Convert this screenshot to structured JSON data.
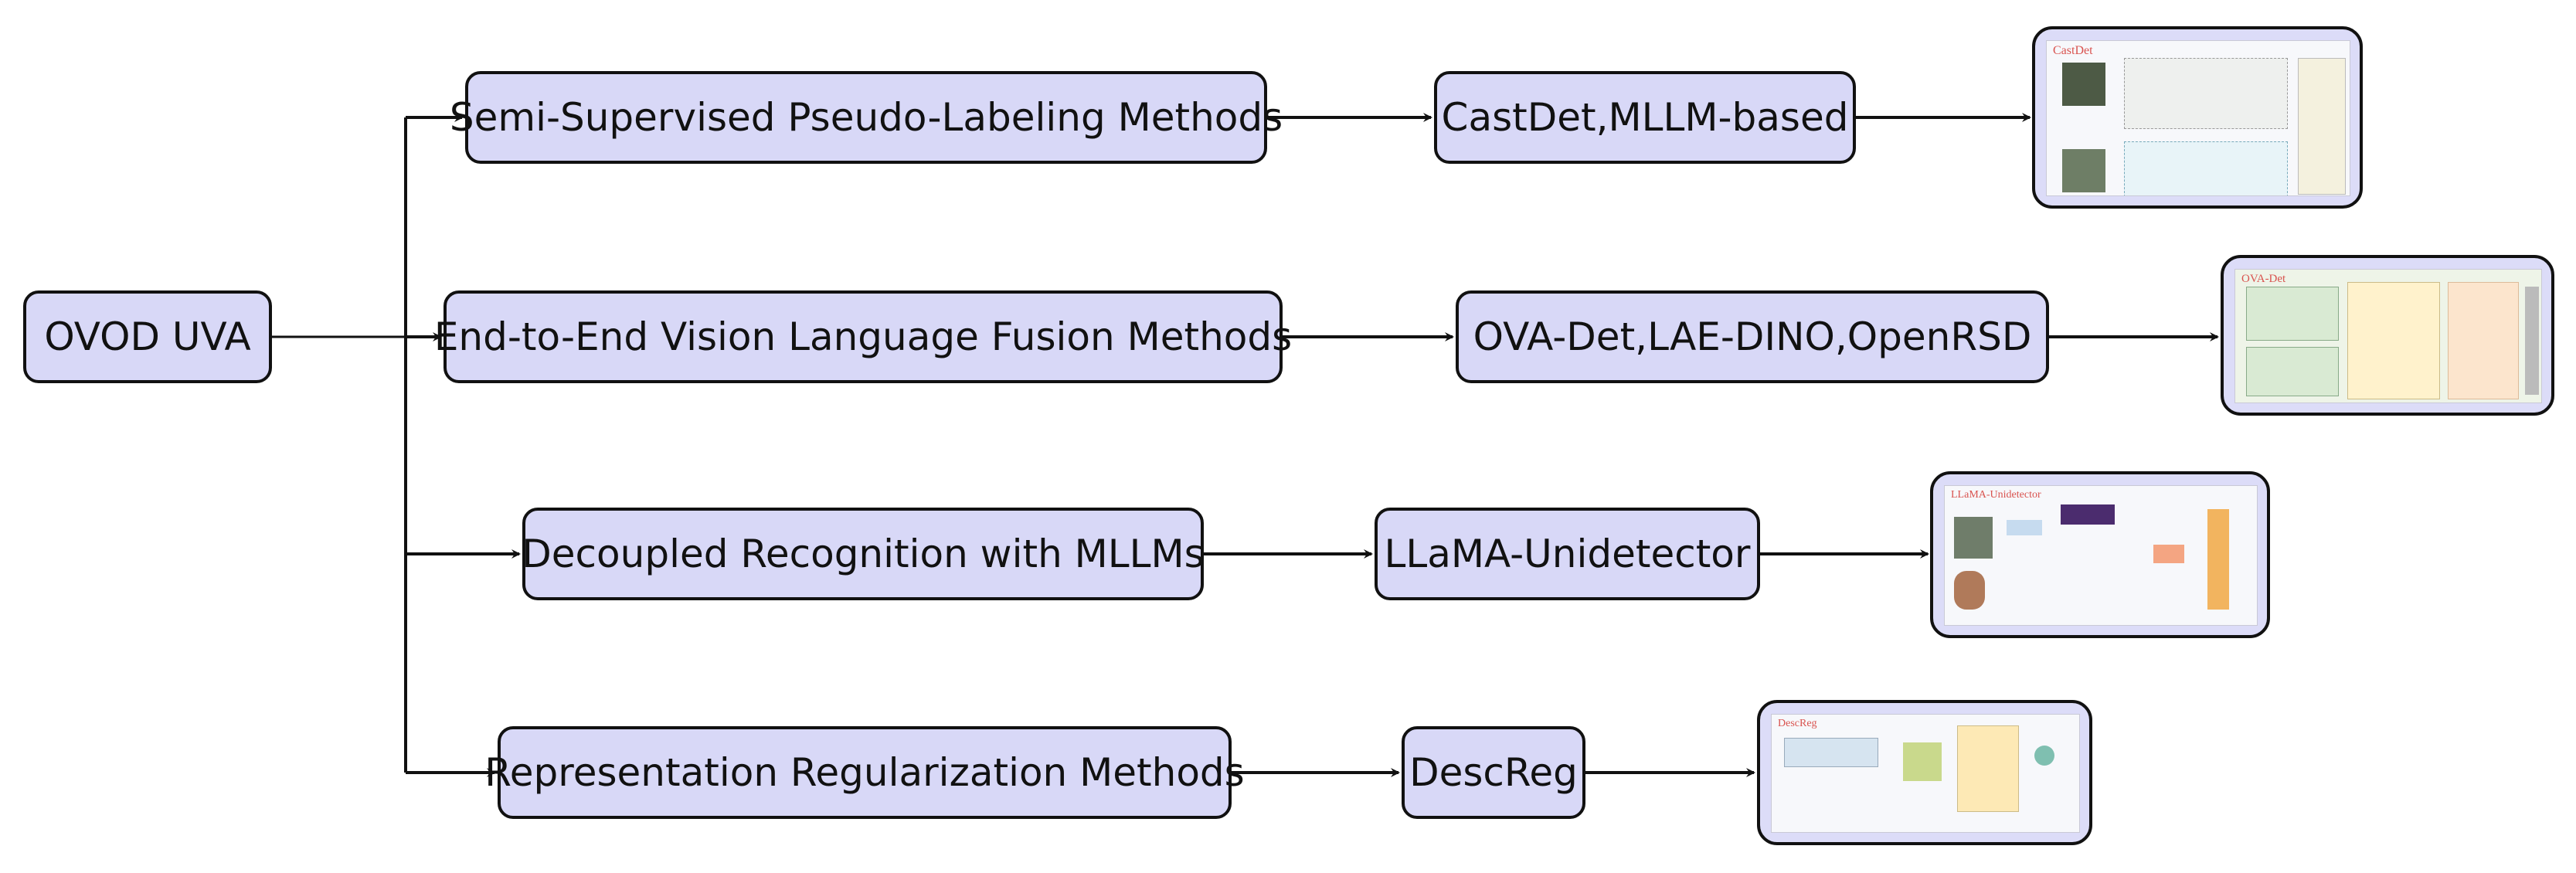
{
  "root": {
    "label": "OVOD UVA"
  },
  "rows": [
    {
      "category": "Semi-Supervised Pseudo-Labeling Methods",
      "methods": "CastDet,MLLM-based",
      "thumbnail": {
        "caption": "CastDet"
      }
    },
    {
      "category": "End-to-End Vision Language Fusion Methods",
      "methods": "OVA-Det,LAE-DINO,OpenRSD",
      "thumbnail": {
        "caption": "OVA-Det"
      }
    },
    {
      "category": "Decoupled Recognition with MLLMs",
      "methods": "LLaMA-Unidetector",
      "thumbnail": {
        "caption": "LLaMA-Unidetector"
      }
    },
    {
      "category": "Representation Regularization Methods",
      "methods": "DescReg",
      "thumbnail": {
        "caption": "DescReg"
      }
    }
  ],
  "colors": {
    "box_fill": "#d8d8f7",
    "stroke": "#111111",
    "thumb_fill": "#dcdcf8"
  }
}
